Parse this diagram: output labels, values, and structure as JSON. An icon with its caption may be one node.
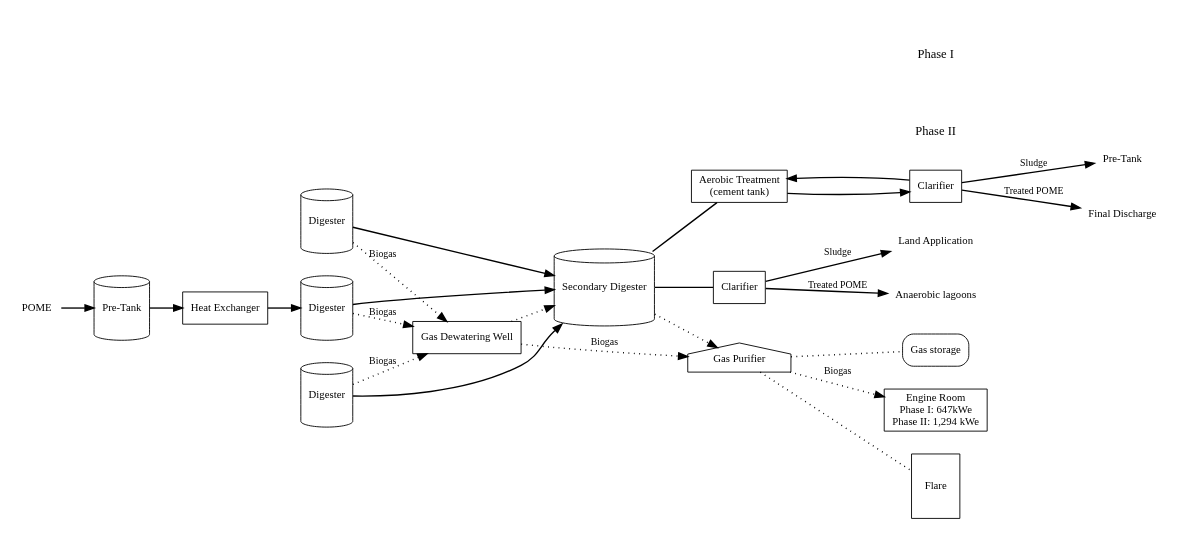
{
  "diagram": {
    "nodes": [
      {
        "text": [
          "POME"
        ]
      },
      {
        "text": [
          "Pre-Tank"
        ]
      },
      {
        "text": [
          "Heat Exchanger"
        ]
      },
      {
        "text": [
          "Digester"
        ]
      },
      {
        "text": [
          "Digester"
        ]
      },
      {
        "text": [
          "Digester"
        ]
      },
      {
        "text": [
          "Gas Dewatering Well"
        ]
      },
      {
        "text": [
          "Gas Purifier"
        ]
      },
      {
        "text": [
          "Flare"
        ]
      },
      {
        "text": [
          "Gas storage"
        ]
      },
      {
        "text": [
          "Engine Room",
          "Phase I: 647kWe",
          "Phase II: 1,294 kWe"
        ]
      },
      {
        "text": [
          "Secondary Digester"
        ]
      },
      {
        "text": [
          "Clarifier"
        ]
      },
      {
        "text": [
          "Land Application"
        ]
      },
      {
        "text": [
          "Anaerobic lagoons"
        ]
      },
      {
        "text": [
          "Aerobic Treatment",
          "(cement tank)"
        ]
      },
      {
        "text": [
          "Clarifier"
        ]
      },
      {
        "text": [
          "Pre-Tank"
        ]
      },
      {
        "text": [
          "Final Discharge"
        ]
      }
    ],
    "edges": [
      {
        "from": 0,
        "to": 1,
        "arrow": "to"
      },
      {
        "from": 1,
        "to": 2,
        "arrow": "to"
      },
      {
        "from": 2,
        "to": 4,
        "arrow": "to"
      },
      {
        "from": 3,
        "to": 6,
        "arrow": "to",
        "label": "Biogas",
        "style": "dashed"
      },
      {
        "from": 4,
        "to": 6,
        "arrow": "to",
        "label": "Biogas",
        "style": "dashed"
      },
      {
        "from": 5,
        "to": 6,
        "arrow": "to",
        "label": "Biogas",
        "style": "dashed"
      },
      {
        "from": 3,
        "to": 11,
        "arrow": "to"
      },
      {
        "from": 4,
        "to": 11,
        "arrow": "to"
      },
      {
        "from": 5,
        "to": 11,
        "arrow": "to"
      },
      {
        "from": 6,
        "to": 7,
        "arrow": "to",
        "label": "Biogas",
        "style": "dashed"
      },
      {
        "from": 6,
        "to": 11,
        "arrow": "to",
        "style": "dashed"
      },
      {
        "from": 11,
        "to": 7,
        "arrow": "to",
        "style": "dashed"
      },
      {
        "from": 7,
        "to": 10,
        "arrow": "to",
        "label": "Biogas",
        "style": "dashed"
      },
      {
        "from": 7,
        "to": 8,
        "arrow": "none",
        "style": "dashed"
      },
      {
        "from": 7,
        "to": 9,
        "arrow": "none",
        "style": "dashed"
      },
      {
        "from": 11,
        "to": 12,
        "arrow": "none"
      },
      {
        "from": 11,
        "to": 15,
        "arrow": "none"
      },
      {
        "from": 12,
        "to": 13,
        "arrow": "to",
        "label": "Sludge"
      },
      {
        "from": 12,
        "to": 14,
        "arrow": "to",
        "label": "Treated POME"
      },
      {
        "from": 15,
        "to": 16,
        "arrow": "to"
      },
      {
        "from": 16,
        "to": 15,
        "arrow": "to"
      },
      {
        "from": 16,
        "to": 17,
        "arrow": "to",
        "label": "Sludge"
      },
      {
        "from": 16,
        "to": 18,
        "arrow": "to",
        "label": "Treated POME"
      }
    ],
    "labels": [
      "Phase I",
      "Phase II"
    ]
  }
}
